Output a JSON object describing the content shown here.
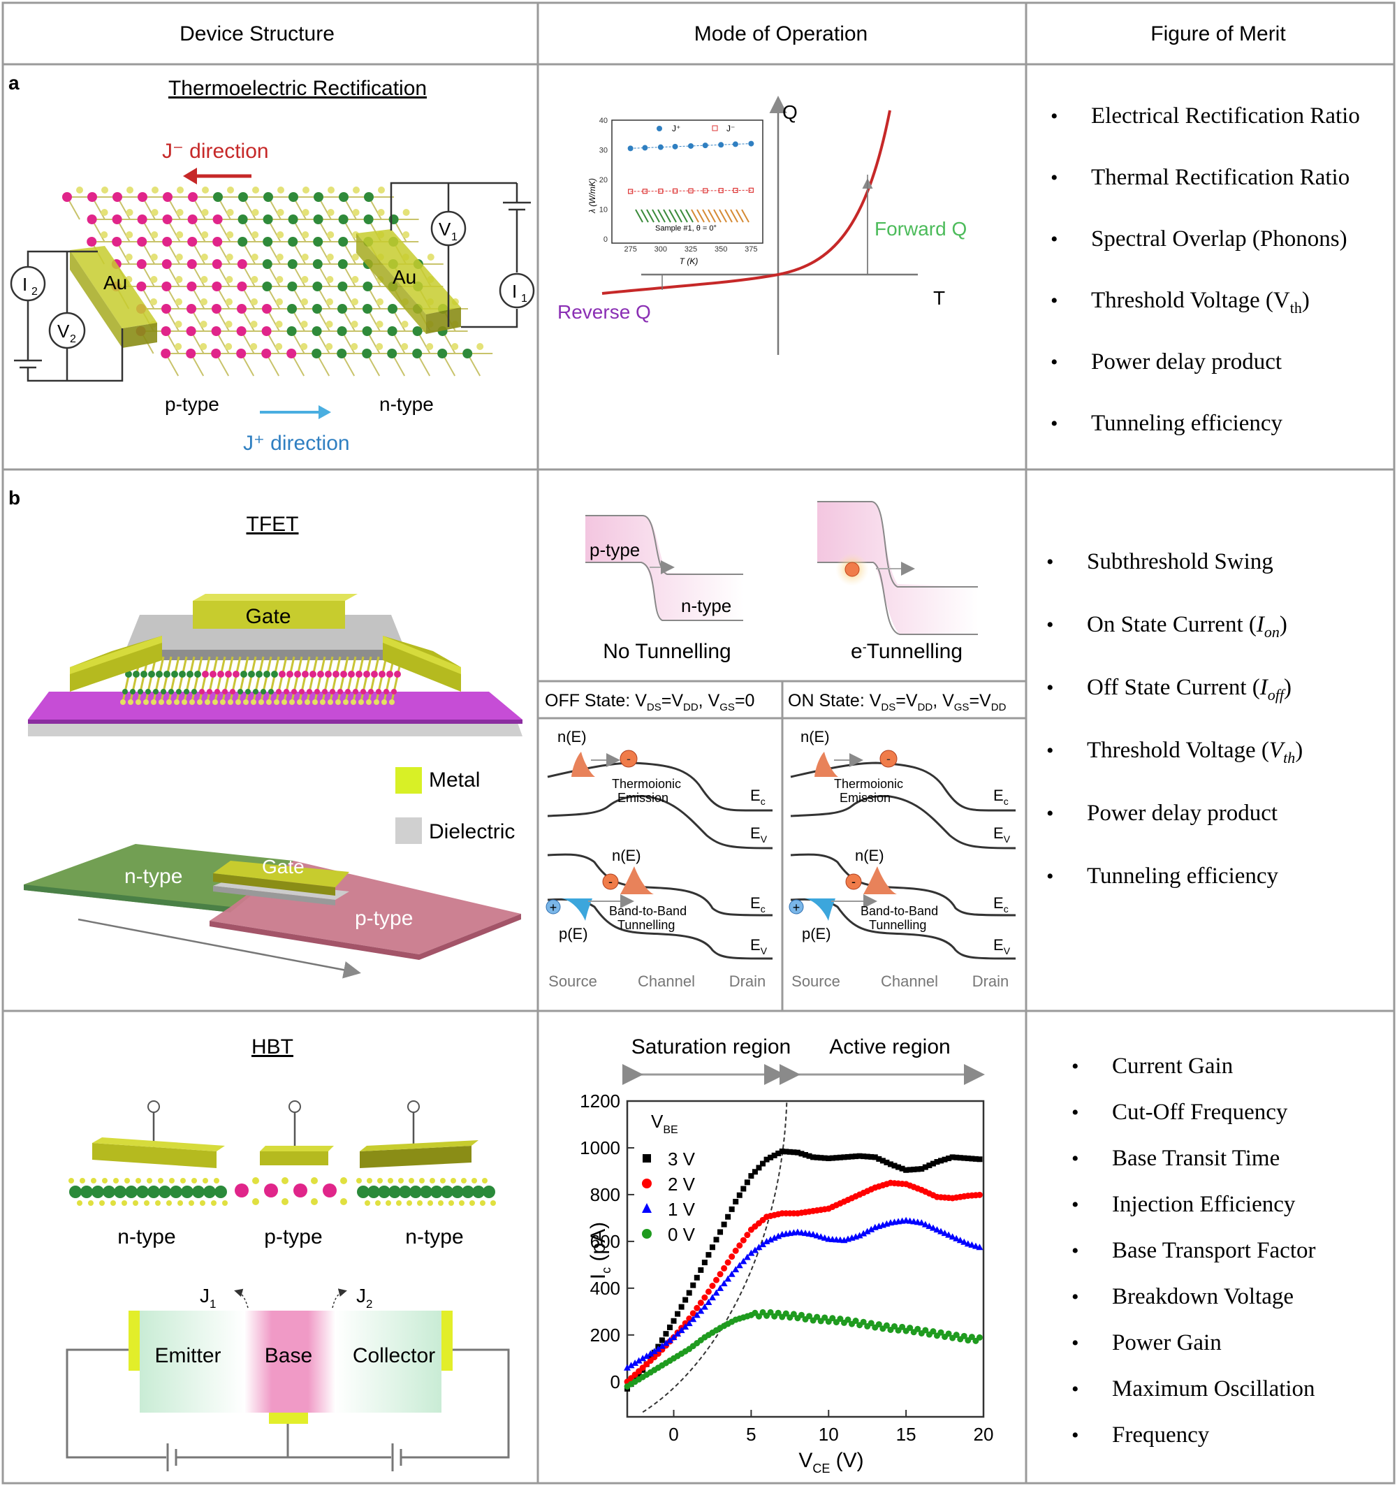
{
  "header": {
    "col1": "Device Structure",
    "col2": "Mode of Operation",
    "col3": "Figure of Merit"
  },
  "rowA": {
    "label": "a",
    "title": "Thermoelectric Rectification",
    "jminus": "J⁻ direction",
    "jplus": "J⁺ direction",
    "ptype": "p-type",
    "ntype": "n-type",
    "au": "Au",
    "v1": "V",
    "v1sub": "1",
    "v2": "V",
    "v2sub": "2",
    "i1": "I",
    "i1sub": "1",
    "i2": "I",
    "i2sub": "2",
    "plot": {
      "ylabel": "Q",
      "xlabel": "T",
      "forward": "Forward Q",
      "reverse": "Reverse Q"
    },
    "inset": {
      "ylabel": "λ (W/mK)",
      "xlabel": "T (K)",
      "legend_plus": "J⁺",
      "legend_minus": "J⁻",
      "sample": "Sample #1, θ = 0°"
    },
    "merits": [
      "Electrical Rectification Ratio",
      "Thermal Rectification Ratio",
      "Spectral Overlap (Phonons)",
      "Threshold Voltage (V",
      "Power delay product",
      "Tunneling efficiency"
    ],
    "merit_sub_th": "th",
    "merit_close": ")"
  },
  "rowB": {
    "label": "b",
    "title": "TFET",
    "gate": "Gate",
    "metal": "Metal",
    "dielectric": "Dielectric",
    "ntype": "n-type",
    "ptype": "p-type",
    "no_tunnel": "No Tunnelling",
    "e_tunnel": "Tunnelling",
    "off_state": "OFF State: V",
    "on_state": "ON State: V",
    "thermionic1": "Thermoionic",
    "thermionic2": "Emission",
    "btbt1": "Band-to-Band",
    "btbt2": "Tunnelling",
    "nE": "n(E)",
    "pE": "p(E)",
    "Ec": "E",
    "c": "c",
    "Ev": "E",
    "v": "V",
    "source": "Source",
    "channel": "Channel",
    "drain": "Drain",
    "merits": [
      "Subthreshold Swing",
      "On State Current (",
      "Off State Current (",
      "Threshold Voltage (",
      "Power delay product",
      "Tunneling efficiency"
    ]
  },
  "rowC": {
    "title": "HBT",
    "ntype": "n-type",
    "ptype": "p-type",
    "emitter": "Emitter",
    "base": "Base",
    "collector": "Collector",
    "j1": "J",
    "j1sub": "1",
    "j2": "J",
    "j2sub": "2",
    "saturation": "Saturation region",
    "active": "Active region",
    "vbe": "V",
    "vbe_sub": "BE",
    "ylabel": "I",
    "ylabel_sub": "c",
    "ylabel_unit": " (pA)",
    "xlabel": "V",
    "xlabel_sub": "CE",
    "xlabel_unit": " (V)",
    "merits": [
      "Current Gain",
      "Cut-Off Frequency",
      "Base Transit Time",
      "Injection Efficiency",
      "Base Transport Factor",
      "Breakdown Voltage",
      "Power Gain",
      "Maximum Oscillation",
      "Frequency"
    ]
  },
  "chart_data": {
    "type": "scatter",
    "xlim": [
      -3,
      20
    ],
    "ylim": [
      -150,
      1200
    ],
    "xticks": [
      0,
      5,
      10,
      15,
      20
    ],
    "yticks": [
      0,
      200,
      400,
      600,
      800,
      1000,
      1200
    ],
    "series": [
      {
        "name": "3 V",
        "color": "#000000",
        "marker": "square",
        "points": [
          [
            -3,
            -30
          ],
          [
            -2,
            50
          ],
          [
            -1,
            150
          ],
          [
            0,
            260
          ],
          [
            1,
            380
          ],
          [
            2,
            510
          ],
          [
            3,
            640
          ],
          [
            4,
            770
          ],
          [
            5,
            880
          ],
          [
            6,
            950
          ],
          [
            7,
            985
          ],
          [
            8,
            980
          ],
          [
            9,
            960
          ],
          [
            10,
            955
          ],
          [
            11,
            960
          ],
          [
            12,
            965
          ],
          [
            13,
            960
          ],
          [
            14,
            930
          ],
          [
            15,
            905
          ],
          [
            16,
            910
          ],
          [
            17,
            940
          ],
          [
            18,
            960
          ],
          [
            19,
            955
          ],
          [
            20,
            950
          ]
        ]
      },
      {
        "name": "2 V",
        "color": "#ff0000",
        "marker": "circle",
        "points": [
          [
            -3,
            0
          ],
          [
            -2,
            60
          ],
          [
            -1,
            120
          ],
          [
            0,
            190
          ],
          [
            1,
            270
          ],
          [
            2,
            360
          ],
          [
            3,
            460
          ],
          [
            4,
            560
          ],
          [
            5,
            650
          ],
          [
            6,
            705
          ],
          [
            7,
            720
          ],
          [
            8,
            720
          ],
          [
            9,
            730
          ],
          [
            10,
            740
          ],
          [
            11,
            770
          ],
          [
            12,
            800
          ],
          [
            13,
            830
          ],
          [
            14,
            850
          ],
          [
            15,
            845
          ],
          [
            16,
            820
          ],
          [
            17,
            790
          ],
          [
            18,
            785
          ],
          [
            19,
            795
          ],
          [
            20,
            800
          ]
        ]
      },
      {
        "name": "1 V",
        "color": "#0000ff",
        "marker": "triangle",
        "points": [
          [
            -3,
            60
          ],
          [
            -2,
            100
          ],
          [
            -1,
            140
          ],
          [
            0,
            190
          ],
          [
            1,
            250
          ],
          [
            2,
            320
          ],
          [
            3,
            400
          ],
          [
            4,
            480
          ],
          [
            5,
            550
          ],
          [
            6,
            600
          ],
          [
            7,
            630
          ],
          [
            8,
            640
          ],
          [
            9,
            630
          ],
          [
            10,
            610
          ],
          [
            11,
            605
          ],
          [
            12,
            625
          ],
          [
            13,
            660
          ],
          [
            14,
            680
          ],
          [
            15,
            690
          ],
          [
            16,
            680
          ],
          [
            17,
            650
          ],
          [
            18,
            620
          ],
          [
            19,
            590
          ],
          [
            20,
            570
          ]
        ]
      },
      {
        "name": "0 V",
        "color": "#1f9b1f",
        "marker": "circle",
        "points": [
          [
            -3,
            -20
          ],
          [
            -2,
            20
          ],
          [
            -1,
            60
          ],
          [
            0,
            100
          ],
          [
            1,
            140
          ],
          [
            2,
            190
          ],
          [
            3,
            230
          ],
          [
            4,
            265
          ],
          [
            5,
            285
          ],
          [
            6,
            290
          ],
          [
            7,
            285
          ],
          [
            8,
            280
          ],
          [
            9,
            270
          ],
          [
            10,
            265
          ],
          [
            11,
            260
          ],
          [
            12,
            250
          ],
          [
            13,
            240
          ],
          [
            14,
            230
          ],
          [
            15,
            225
          ],
          [
            16,
            215
          ],
          [
            17,
            205
          ],
          [
            18,
            195
          ],
          [
            19,
            185
          ],
          [
            20,
            180
          ]
        ]
      }
    ]
  }
}
